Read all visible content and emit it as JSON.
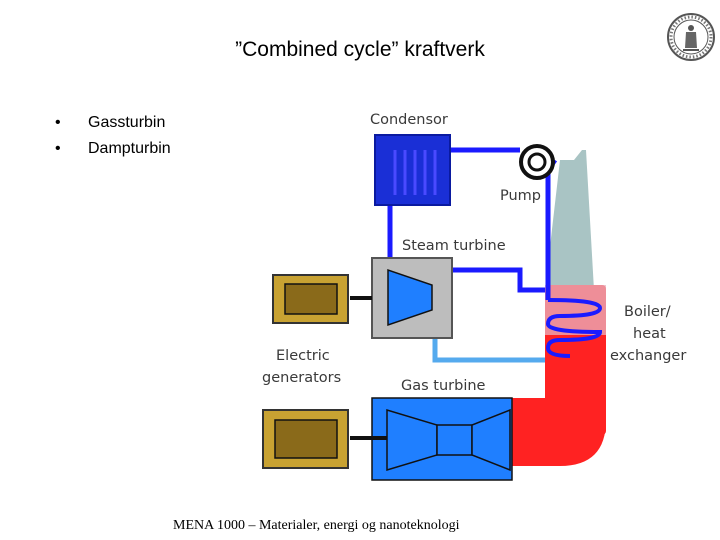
{
  "slide": {
    "title": "”Combined cycle” kraftverk",
    "bullets": [
      "Gassturbin",
      "Dampturbin"
    ],
    "bullet_glyph": "•",
    "footer": "MENA 1000 – Materialer, energi og nanoteknologi"
  },
  "logo": {
    "name": "university-seal-icon",
    "color": "#555555"
  },
  "diagram": {
    "labels": {
      "condensor": "Condensor",
      "pump": "Pump",
      "steam_turbine": "Steam turbine",
      "boiler_line1": "Boiler/",
      "boiler_line2": "heat",
      "boiler_line3": "exchanger",
      "generators_line1": "Electric",
      "generators_line2": "generators",
      "gas_turbine": "Gas turbine"
    },
    "colors": {
      "water_dark": "#1a1aff",
      "water_light": "#55aaee",
      "hot": "#ff2222",
      "stack": "#a9c4c4",
      "turbine": "#1f7fff",
      "generator_case": "#c8a232",
      "generator_core": "#8a6a1a",
      "steam_box": "#bdbdbd",
      "condensor_box": "#1a2fd6"
    }
  }
}
